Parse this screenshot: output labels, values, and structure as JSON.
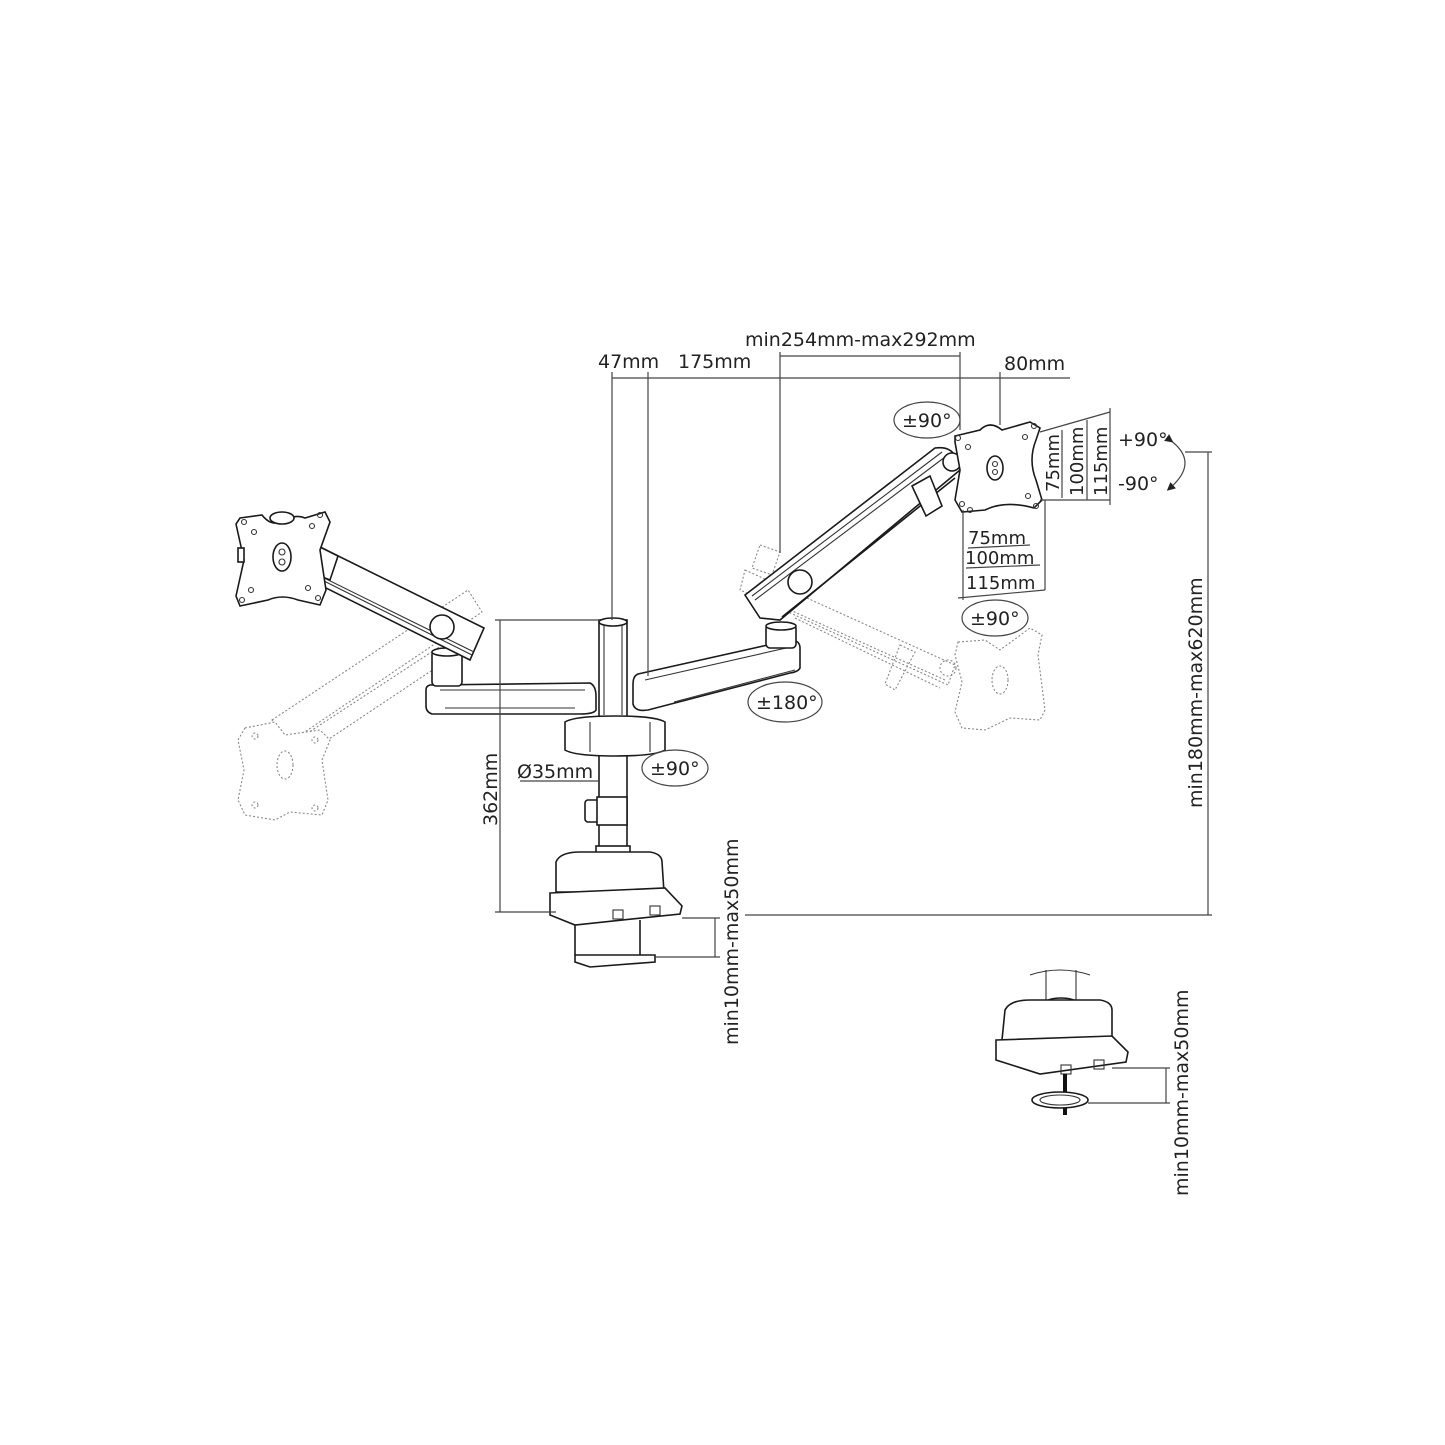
{
  "diagram": {
    "subject": "Dual monitor arm desk mount with pole and clamp",
    "dimensions": {
      "top_span": "min254mm-max292mm",
      "pole_offset": "47mm",
      "arm_segment": "175mm",
      "head_offset": "80mm",
      "pole_height": "362mm",
      "pole_diameter": "Ø35mm",
      "height_range": "min180mm-max620mm",
      "clamp_range": "min10mm-max50mm",
      "grommet_range": "min10mm-max50mm"
    },
    "vesa": {
      "vertical": [
        "75mm",
        "100mm",
        "115mm"
      ],
      "horizontal": [
        "75mm",
        "100mm",
        "115mm"
      ]
    },
    "rotations": {
      "head_tilt_top": "±90°",
      "head_swivel_bottom": "±90°",
      "tilt_up": "+90°",
      "tilt_down": "-90°",
      "arm_swivel": "±180°",
      "pole_swivel": "±90°"
    }
  }
}
